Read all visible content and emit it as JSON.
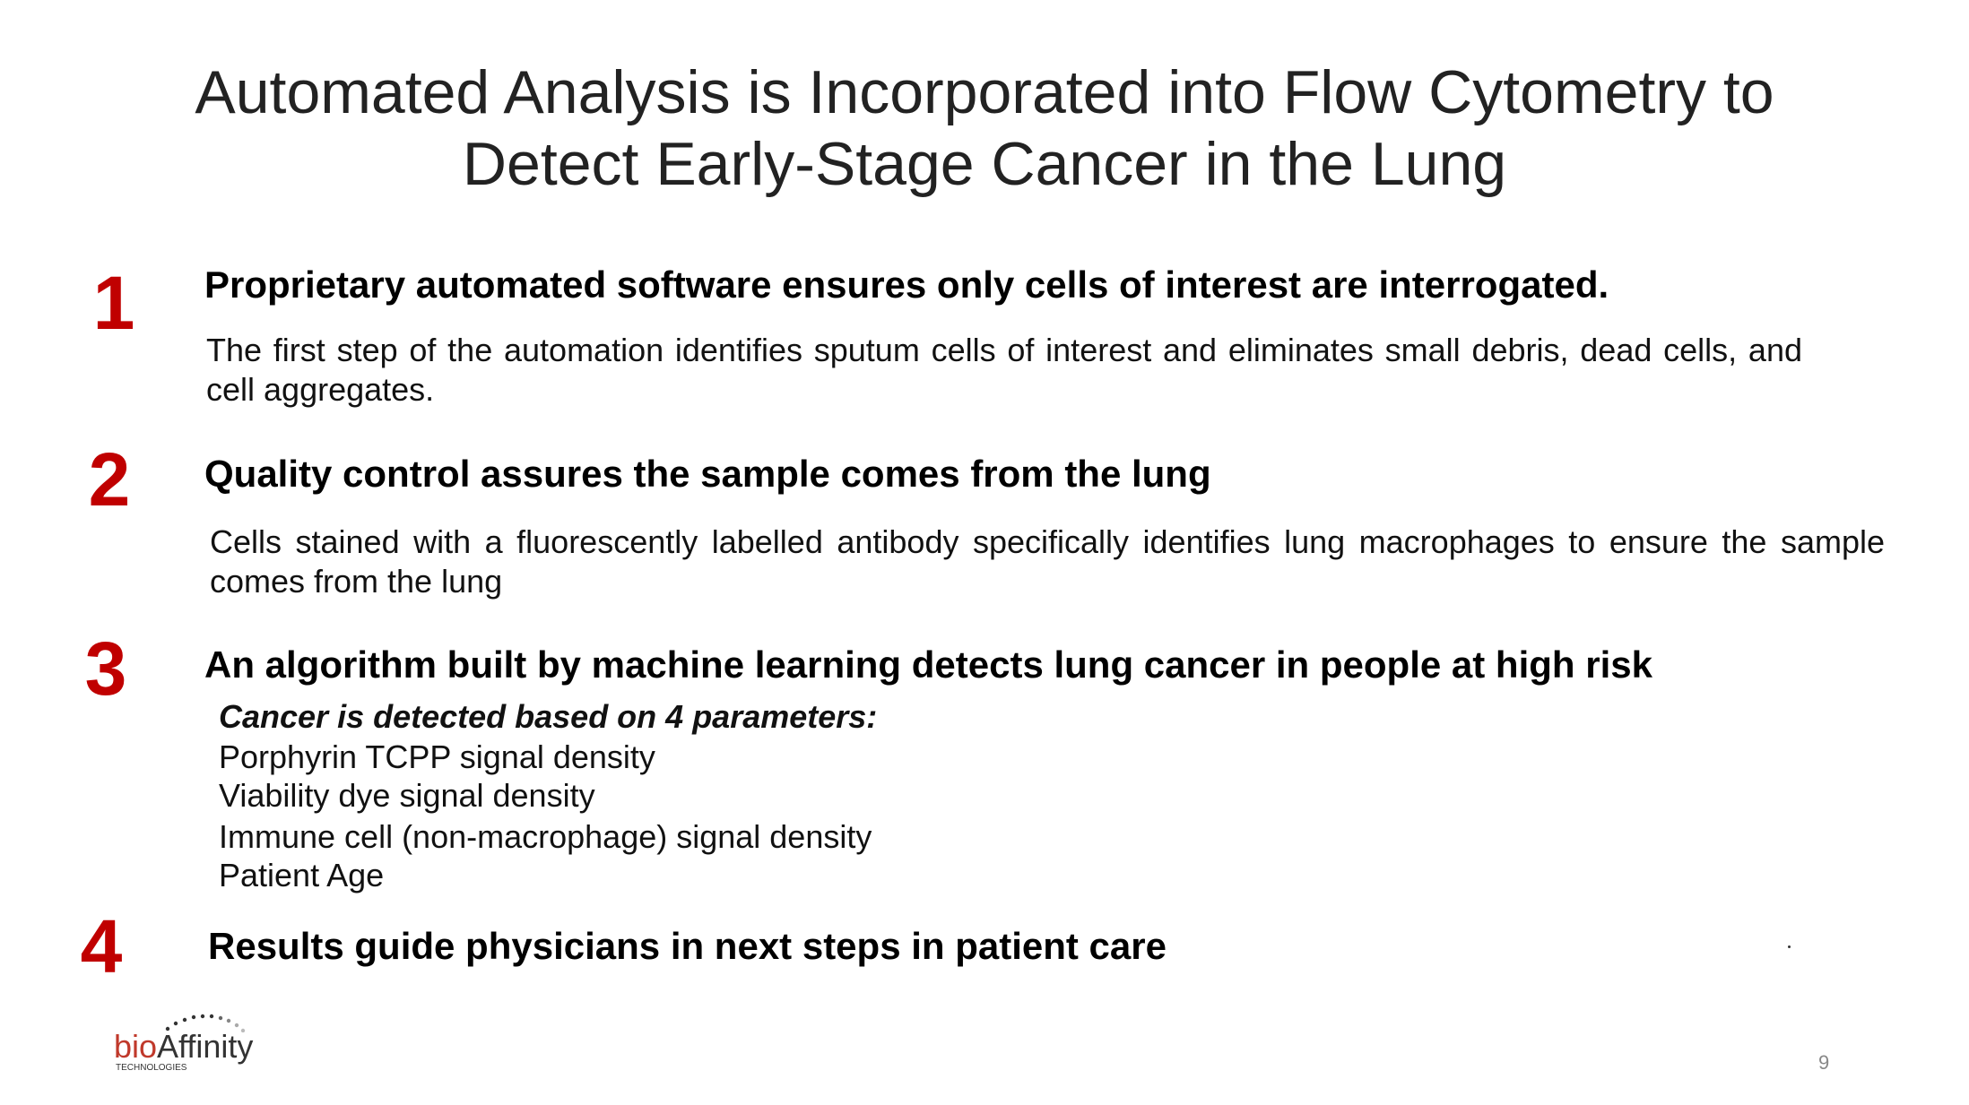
{
  "title": {
    "line1": "Automated Analysis is Incorporated into Flow Cytometry to",
    "line2": "Detect Early-Stage Cancer in the Lung"
  },
  "sections": [
    {
      "number": "1",
      "heading": "Proprietary automated software ensures only cells of interest are interrogated.",
      "body": "The first step of the automation identifies sputum cells of interest and eliminates small debris, dead cells, and cell aggregates."
    },
    {
      "number": "2",
      "heading": "Quality control assures the sample comes from the lung",
      "body": "Cells stained with a fluorescently labelled antibody specifically identifies lung macrophages to ensure the sample comes from the lung"
    },
    {
      "number": "3",
      "heading": "An algorithm built by machine learning detects lung cancer in people at high risk",
      "subheading": "Cancer is detected based on 4 parameters:",
      "items": [
        "Porphyrin TCPP signal density",
        "Viability dye signal density",
        "Immune cell (non-macrophage) signal density",
        "Patient Age"
      ]
    },
    {
      "number": "4",
      "heading": "Results guide physicians in next steps in patient care"
    }
  ],
  "footer": {
    "logo_text_bio": "bio",
    "logo_text_affinity": "Affinity",
    "logo_text_sub": "TECHNOLOGIES",
    "page_number": "9"
  },
  "colors": {
    "accent": "#c00000",
    "text": "#111111"
  }
}
